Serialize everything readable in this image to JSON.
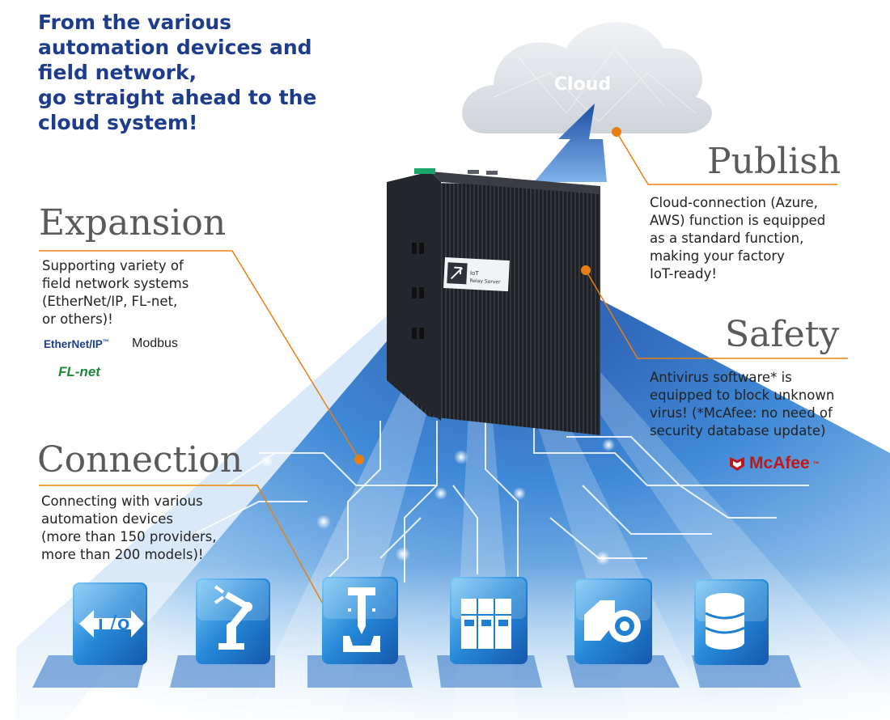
{
  "headline": {
    "lines": [
      "From the various",
      "automation devices and",
      "field network,",
      "go straight ahead to the",
      "cloud system!"
    ]
  },
  "cloud": {
    "label": "Cloud"
  },
  "device": {
    "badge_line1": "IoT",
    "badge_line2": "Relay Server"
  },
  "sections": {
    "publish": {
      "title": "Publish",
      "body": [
        "Cloud-connection (Azure,",
        "AWS) function is equipped",
        "as a standard function,",
        "making your factory",
        "IoT-ready!"
      ]
    },
    "expansion": {
      "title": "Expansion",
      "body": [
        "Supporting variety of",
        "field network systems",
        "(EtherNet/IP, FL-net,",
        " or others)!"
      ]
    },
    "safety": {
      "title": "Safety",
      "body": [
        "Antivirus software* is",
        "equipped to block unknown",
        "virus! (*McAfee: no need of",
        "security database update)"
      ]
    },
    "connection": {
      "title": "Connection",
      "body": [
        "Connecting with various",
        "automation devices",
        "(more than 150 providers,",
        " more than 200 models)!"
      ]
    }
  },
  "logos": {
    "ethernet_ip": "EtherNet/IP",
    "ethernet_ip_tm": "™",
    "modbus": "Modbus",
    "fl_net": "FL-net",
    "mcafee": "McAfee",
    "mcafee_tm": "™"
  },
  "tiles": {
    "io_left": "I",
    "io_right": "O"
  },
  "icons": [
    "io-converter-icon",
    "robot-arm-icon",
    "press-machine-icon",
    "control-cabinet-icon",
    "camera-sensor-icon",
    "database-icon"
  ],
  "colors": {
    "headline": "#1d3c8c",
    "title": "#5a5a5a",
    "accent_orange": "#e8800f",
    "tile_blue": "#1f7fd0",
    "mcafee_red": "#c01818",
    "fl_net_green": "#1f8a3c"
  }
}
